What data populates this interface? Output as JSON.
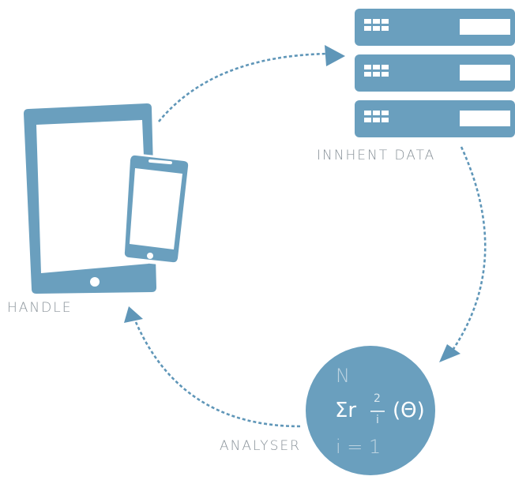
{
  "labels": {
    "innhent": "INNHENT DATA",
    "handle": "HANDLE",
    "analyser": "ANALYSER"
  },
  "formula": {
    "upper": "N",
    "sum": "Σr",
    "numerator": "2",
    "denominator": "i",
    "theta": "(Θ)",
    "lower": "i = 1"
  },
  "colors": {
    "accent": "#6a9fbe",
    "label": "#8a939a",
    "arrow": "#5f96b8",
    "white": "#ffffff"
  },
  "icons": {
    "devices": "tablet-and-phone-icon",
    "servers": "server-stack-icon",
    "analysis": "formula-circle-icon"
  }
}
